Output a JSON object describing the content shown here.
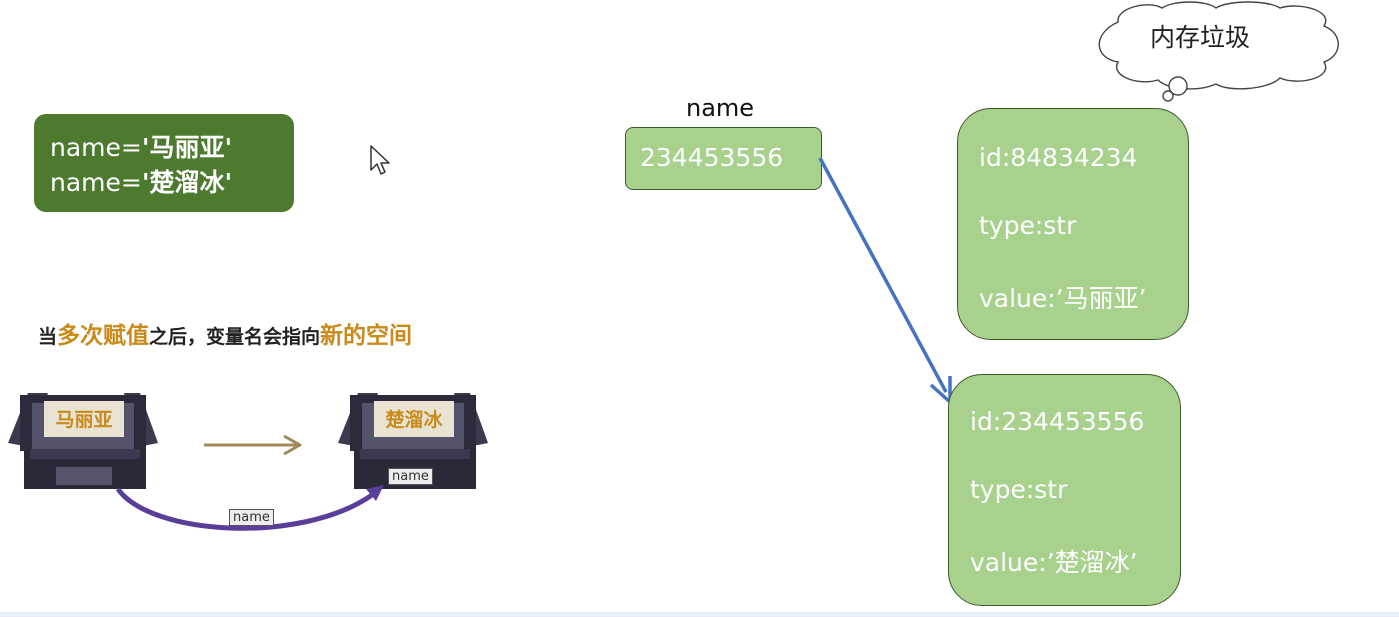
{
  "code": {
    "lines": [
      {
        "prefix": "name=",
        "value": "'马丽亚'"
      },
      {
        "prefix": "name=",
        "value": "'楚溜冰'"
      }
    ]
  },
  "caption": {
    "part1": "当",
    "hl1": "多次赋值",
    "part2": "之后，变量名会指向",
    "hl2": "新的空间"
  },
  "illustration": {
    "box1_label": "马丽亚",
    "box2_label": "楚溜冰",
    "box2_tag": "name",
    "arc_tag": "name"
  },
  "variable": {
    "label": "name",
    "value": "234453556"
  },
  "memory": {
    "cloud_text": "内存垃圾",
    "objects": [
      {
        "id": "id:84834234",
        "type": "type:str",
        "value": "value:’马丽亚’"
      },
      {
        "id": "id:234453556",
        "type": "type:str",
        "value": "value:’楚溜冰’"
      }
    ]
  },
  "colors": {
    "code_bg": "#4e7a2f",
    "node_fill": "#a9d18e",
    "node_border": "#3e5a2a",
    "arrow": "#4472c4",
    "highlight": "#c88a1a",
    "arc": "#5a3f9a"
  }
}
